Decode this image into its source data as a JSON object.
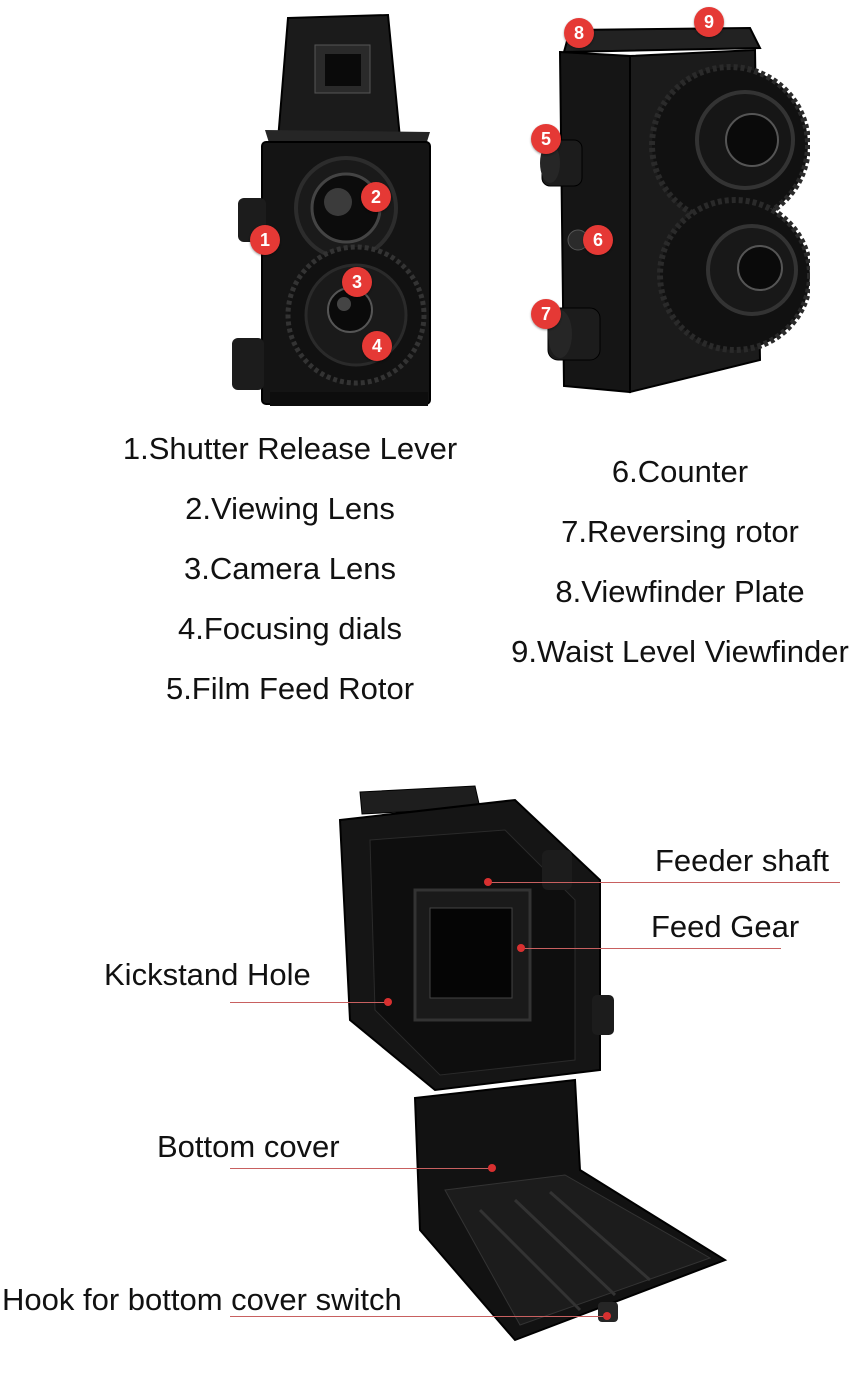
{
  "top_left_legend": [
    "1.Shutter Release Lever",
    "2.Viewing Lens",
    "3.Camera Lens",
    "4.Focusing dials",
    "5.Film Feed Rotor"
  ],
  "top_right_legend": [
    "6.Counter",
    "7.Reversing rotor",
    "8.Viewfinder Plate",
    "9.Waist Level Viewfinder"
  ],
  "badges": [
    "1",
    "2",
    "3",
    "4",
    "5",
    "6",
    "7",
    "8",
    "9"
  ],
  "bottom_callouts": {
    "feeder_shaft": "Feeder shaft",
    "feed_gear": "Feed Gear",
    "kickstand_hole": "Kickstand Hole",
    "bottom_cover": "Bottom cover",
    "hook": "Hook for bottom cover switch"
  },
  "colors": {
    "badge": "#e53935",
    "camera_body": "#141414",
    "leader_line": "#c86060"
  }
}
